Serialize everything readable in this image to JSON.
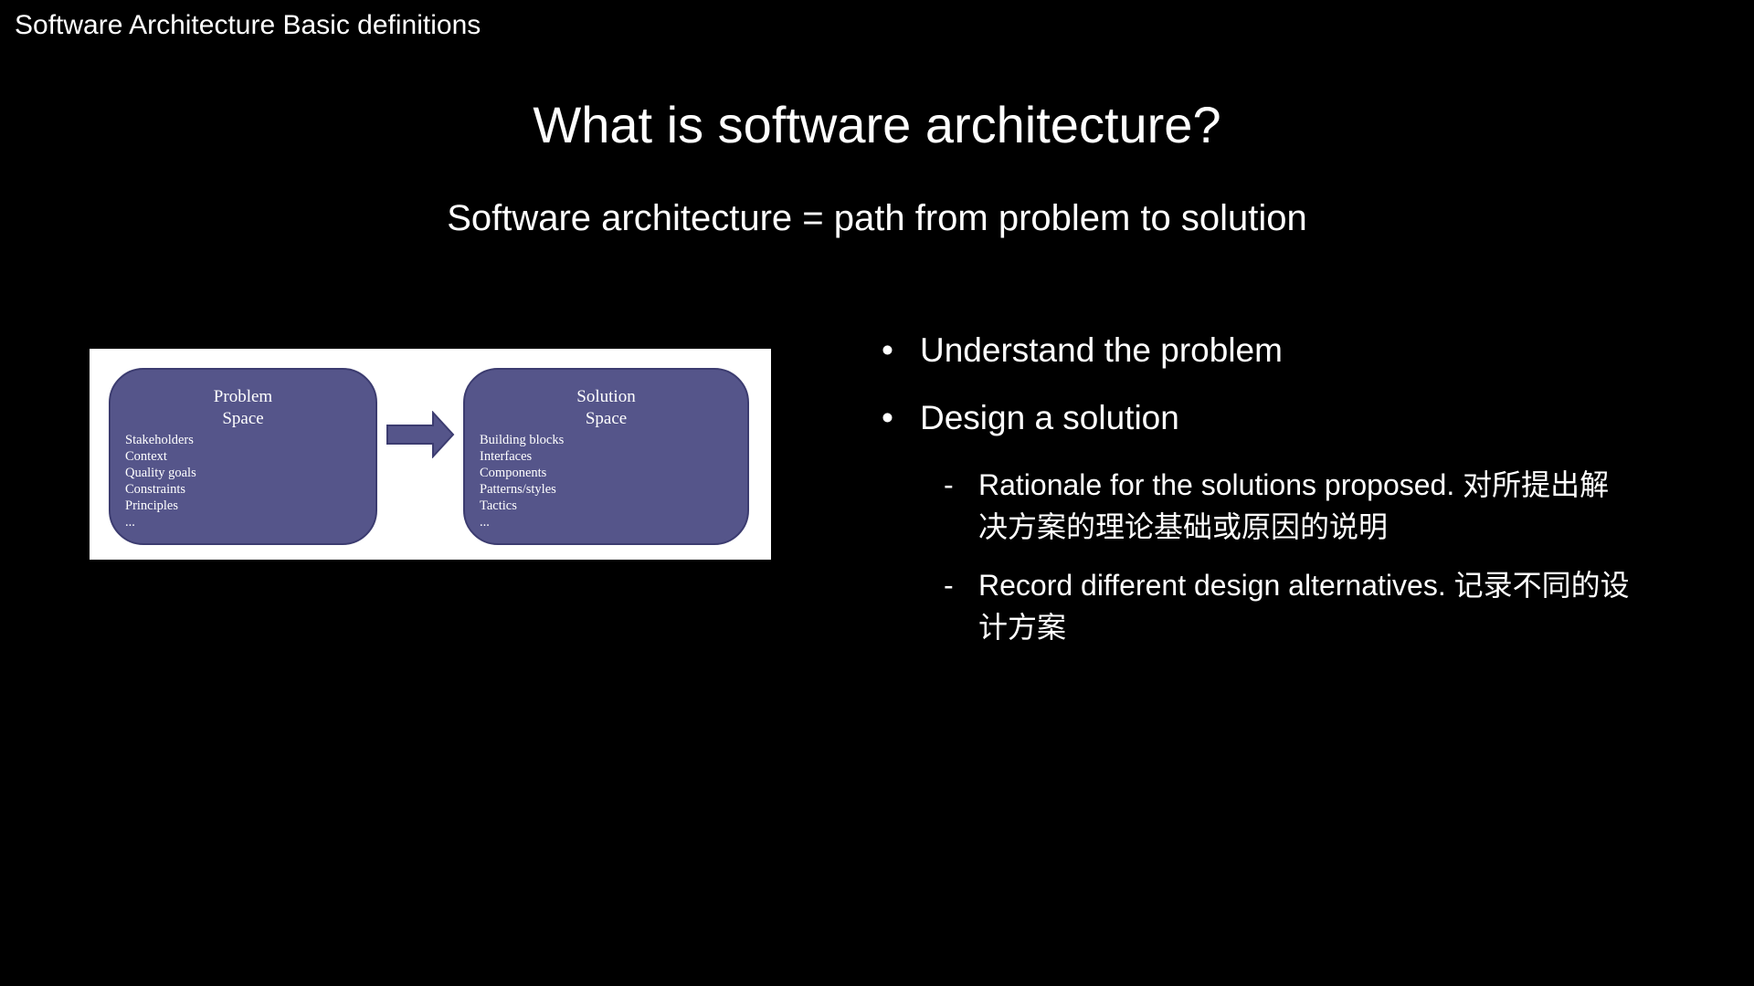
{
  "header": {
    "section_title": "Software Architecture Basic definitions"
  },
  "slide": {
    "title": "What is software architecture?",
    "subtitle": "Software architecture = path from problem to solution"
  },
  "diagram": {
    "problem": {
      "title_line1": "Problem",
      "title_line2": "Space",
      "items": [
        "Stakeholders",
        "Context",
        "Quality goals",
        "Constraints",
        "Principles",
        "..."
      ]
    },
    "solution": {
      "title_line1": "Solution",
      "title_line2": "Space",
      "items": [
        "Building blocks",
        "Interfaces",
        "Components",
        "Patterns/styles",
        "Tactics",
        "..."
      ]
    },
    "arrow_icon": "right-arrow-icon",
    "colors": {
      "box_fill": "#55558a",
      "box_border": "#3c3c70",
      "background": "#ffffff"
    }
  },
  "bullets": [
    {
      "marker": "•",
      "text": "Understand the problem"
    },
    {
      "marker": "•",
      "text": "Design a solution"
    }
  ],
  "sub_bullets": [
    {
      "marker": "-",
      "text": "Rationale for the solutions proposed. 对所提出解决方案的理论基础或原因的说明"
    },
    {
      "marker": "-",
      "text": "Record different design alternatives. 记录不同的设计方案"
    }
  ],
  "colors": {
    "background": "#000000",
    "text": "#ffffff"
  }
}
